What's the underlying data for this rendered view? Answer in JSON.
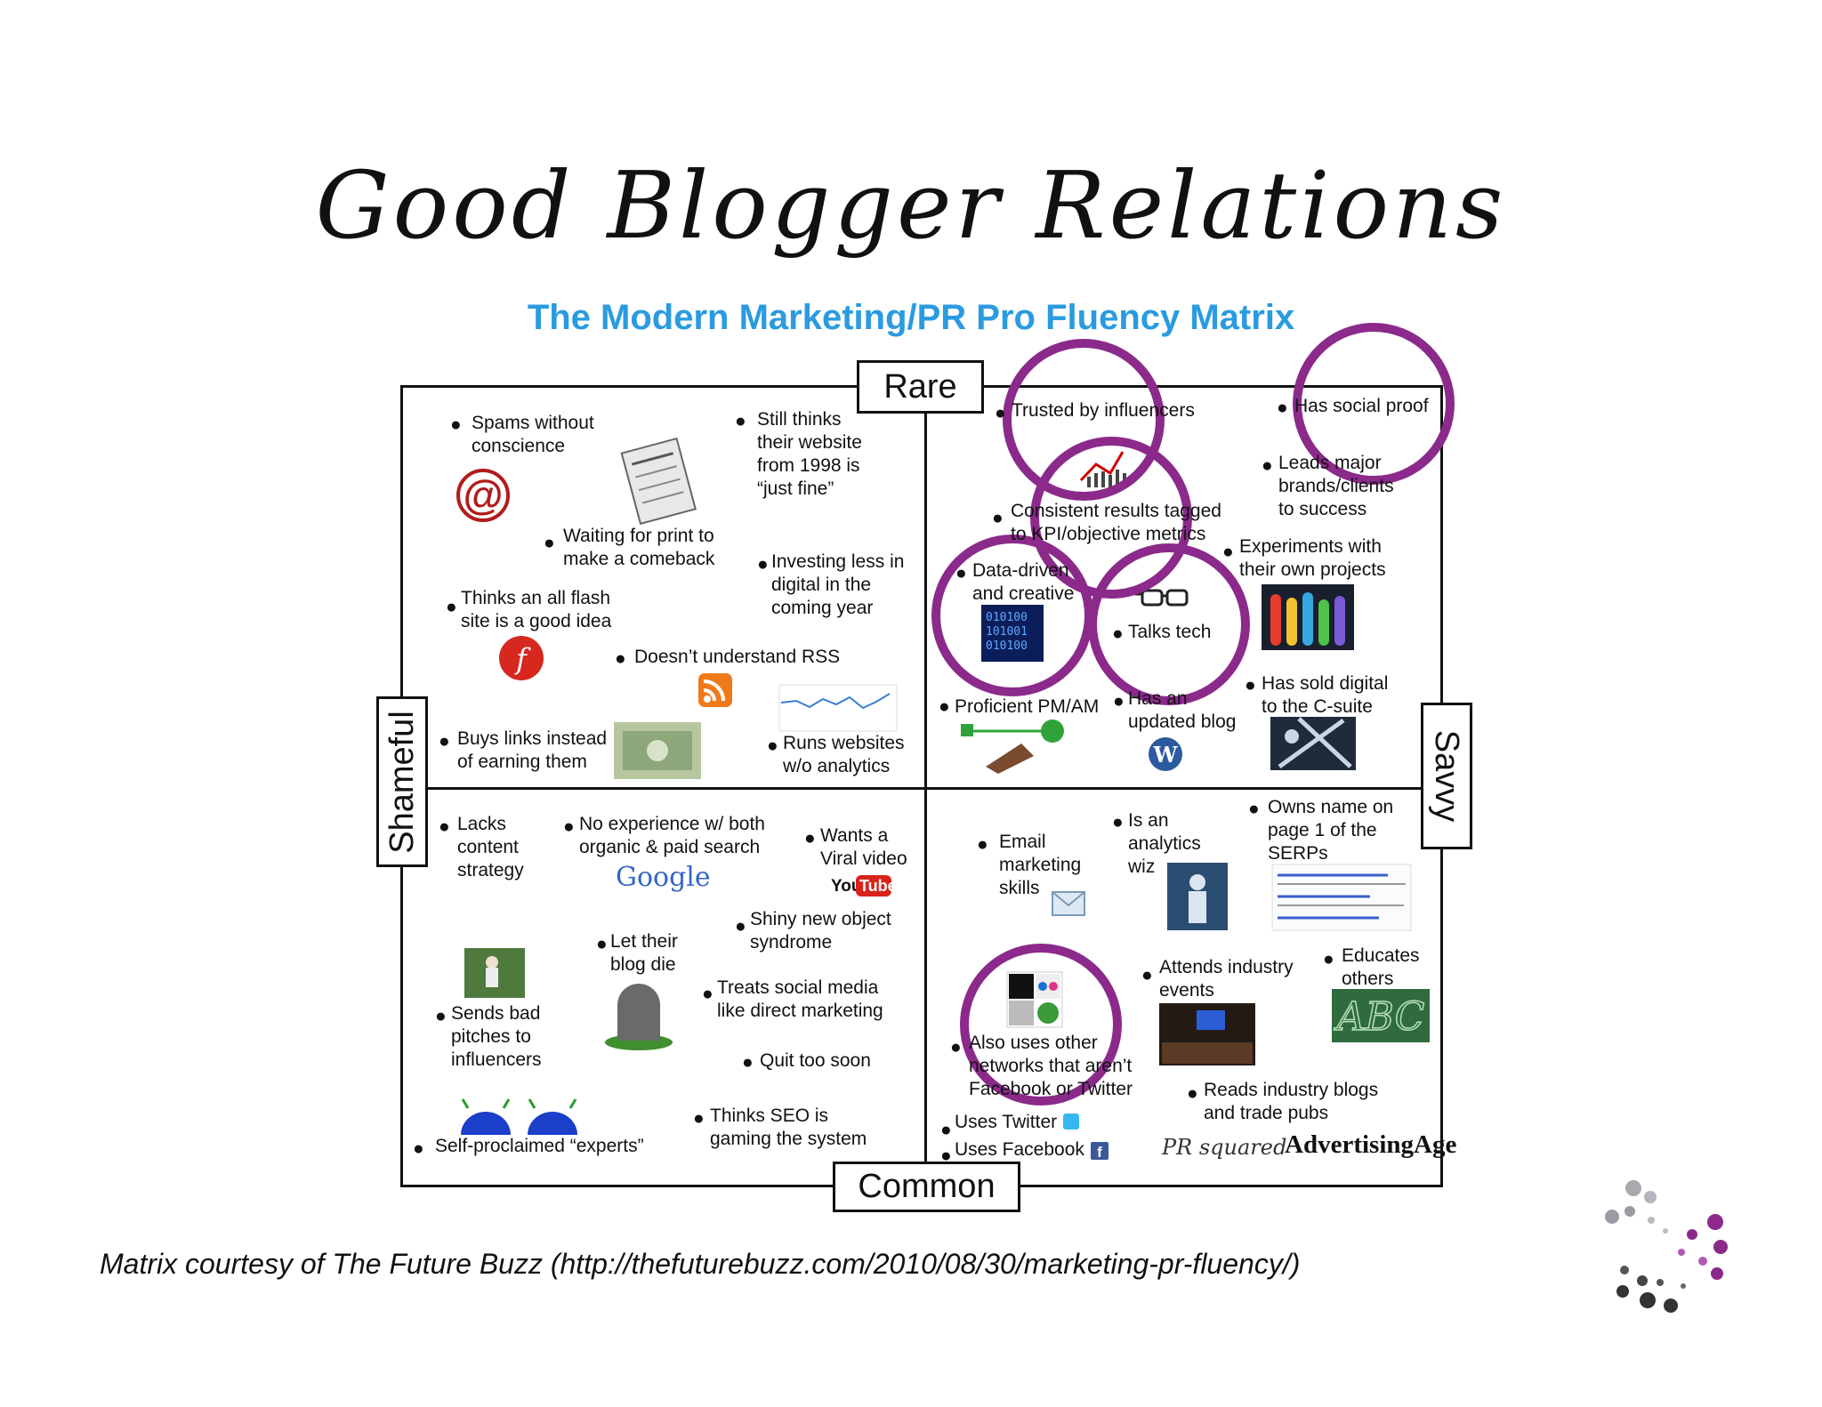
{
  "slide": {
    "title": "Good Blogger Relations",
    "footer": "Matrix  courtesy of The Future Buzz (http://thefuturebuzz.com/2010/08/30/marketing-pr-fluency/)"
  },
  "matrix": {
    "title": "The Modern Marketing/PR Pro Fluency Matrix",
    "axes": {
      "top": "Rare",
      "bottom": "Common",
      "left": "Shameful",
      "right": "Savvy"
    },
    "rare_shameful": [
      "Spams without\nconscience",
      "Still thinks\ntheir website\nfrom 1998 is\n“just fine”",
      "Waiting for print to\nmake a comeback",
      "Investing less in\ndigital in the\ncoming year",
      "Thinks an all flash\nsite is a good idea",
      "Doesn’t understand RSS",
      "Buys links instead\nof earning them",
      "Runs websites\nw/o analytics"
    ],
    "rare_savvy": [
      "Trusted by influencers",
      "Has social proof",
      "Leads major\nbrands/clients\nto success",
      "Consistent results tagged\nto KPI/objective metrics",
      "Experiments with\ntheir own projects",
      "Data-driven\nand creative",
      "Talks tech",
      "Has sold digital\nto the C-suite",
      "Proficient PM/AM",
      "Has an\nupdated blog"
    ],
    "common_shameful": [
      "Lacks\ncontent\nstrategy",
      "No experience w/ both\norganic & paid search",
      "Wants a\nViral video",
      "Shiny new object\nsyndrome",
      "Let their\nblog die",
      "Sends bad\npitches to\ninfluencers",
      "Treats social media\nlike direct marketing",
      "Quit too soon",
      "Thinks SEO is\ngaming the system",
      "Self-proclaimed “experts”"
    ],
    "common_savvy": [
      "Email\nmarketing\nskills",
      "Is an\nanalytics\nwiz",
      "Owns name on\npage 1 of the\nSERPs",
      "Attends industry\nevents",
      "Educates\nothers",
      "Also uses other\nnetworks that aren’t\nFacebook or Twitter",
      "Reads industry blogs\nand trade pubs",
      "Uses Twitter",
      "Uses Facebook"
    ],
    "logos": {
      "google": "Google",
      "youtube_you": "You",
      "youtube_tube": "Tube",
      "adage": "AdvertisingAge",
      "prsquared": "PR squared",
      "abc": "ABC"
    }
  },
  "colors": {
    "title_blue": "#2a9be0",
    "highlight_purple": "#8b2a8b"
  },
  "icons": [
    "at-sign-icon",
    "newspaper-icon",
    "flash-icon",
    "rss-icon",
    "money-icon",
    "analytics-chart-icon",
    "stock-chart-icon",
    "binary-data-icon",
    "glasses-icon",
    "test-tubes-icon",
    "project-pin-icon",
    "wordpress-icon",
    "people-silhouette-icon",
    "pitcher-photo-icon",
    "tombstone-icon",
    "blue-creatures-icon",
    "email-icon",
    "analytics-man-icon",
    "serp-screenshot-icon",
    "conference-photo-icon",
    "chalkboard-icon",
    "social-networks-icon",
    "twitter-icon",
    "facebook-icon",
    "dots-logo-icon"
  ]
}
